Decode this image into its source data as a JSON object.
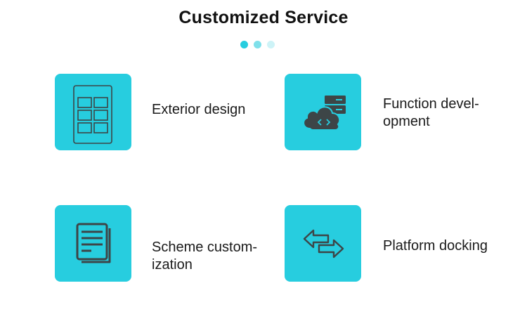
{
  "header": {
    "title": "Customized Service"
  },
  "colors": {
    "tile": "#27CDDF",
    "icon": "#3D4547",
    "dot_active": "#27CDDF",
    "dot_mid": "#7FE0EA",
    "dot_light": "#CDF3F7"
  },
  "pagination": {
    "dots": [
      "active",
      "inactive",
      "inactive"
    ]
  },
  "services": [
    {
      "icon": "keypad-panel-icon",
      "label": "Exterior design"
    },
    {
      "icon": "cloud-server-code-icon",
      "label": "Function devel-\nopment"
    },
    {
      "icon": "document-stack-icon",
      "label": "Scheme custom-\nization"
    },
    {
      "icon": "exchange-arrows-icon",
      "label": "Platform docking"
    }
  ]
}
